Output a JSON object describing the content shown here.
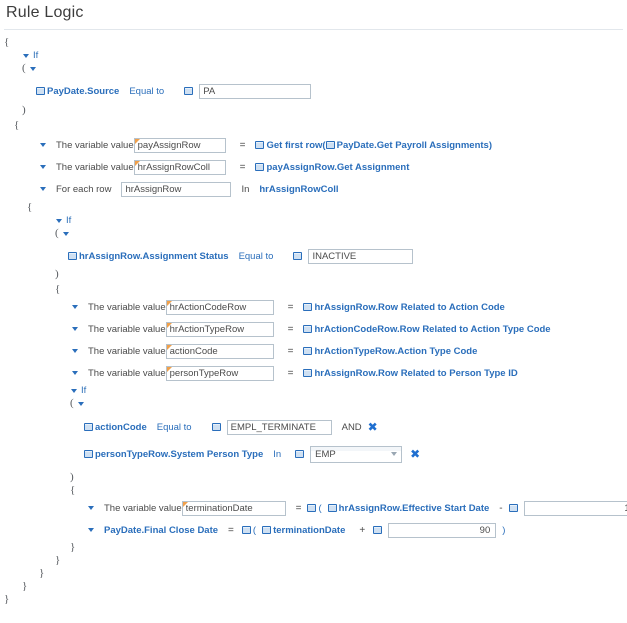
{
  "page": {
    "title": "Rule Logic"
  },
  "icons": {
    "field": "field-icon",
    "caret": "caret-down-icon",
    "chevron": "chevron-down-icon",
    "remove": "remove-icon",
    "remove_glyph": "✖"
  },
  "braces": {
    "open": "{",
    "close": "}",
    "paren_open": "(",
    "paren_close": ")"
  },
  "keywords": {
    "if": "If",
    "for_each_row": "For each row",
    "in": "In",
    "the_variable_value": "The variable value",
    "equal_to": "Equal to",
    "and": "AND",
    "equals_sign": "=",
    "minus": "-",
    "plus": "+"
  },
  "logic": {
    "condition1": {
      "field": "PayDate.Source",
      "operator": "Equal to",
      "value": "PA"
    },
    "assign1": {
      "label": "The variable value",
      "variable": "payAssignRow",
      "expression": "Get first row(",
      "expression_inner": "PayDate.Get Payroll Assignments",
      "expression_close": ")"
    },
    "assign2": {
      "label": "The variable value",
      "variable": "hrAssignRowColl",
      "expression": "payAssignRow.Get Assignment"
    },
    "loop": {
      "label": "For each row",
      "row_variable": "hrAssignRow",
      "in_label": "In",
      "collection": "hrAssignRowColl"
    },
    "condition2": {
      "field": "hrAssignRow.Assignment Status",
      "operator": "Equal to",
      "value": "INACTIVE"
    },
    "assign3": {
      "label": "The variable value",
      "variable": "hrActionCodeRow",
      "expression": "hrAssignRow.Row Related to Action Code"
    },
    "assign4": {
      "label": "The variable value",
      "variable": "hrActionTypeRow",
      "expression": "hrActionCodeRow.Row Related to Action Type Code"
    },
    "assign5": {
      "label": "The variable value",
      "variable": "actionCode",
      "expression": "hrActionTypeRow.Action Type Code"
    },
    "assign6": {
      "label": "The variable value",
      "variable": "personTypeRow",
      "expression": "hrAssignRow.Row Related to Person Type ID"
    },
    "condition3": {
      "field": "actionCode",
      "operator": "Equal to",
      "value": "EMPL_TERMINATE",
      "conjunction": "AND"
    },
    "condition4": {
      "field": "personTypeRow.System Person Type",
      "operator": "In",
      "value": "EMP",
      "options": [
        "EMP"
      ]
    },
    "assign7": {
      "label": "The variable value",
      "variable": "terminationDate",
      "equals": "=",
      "paren_open": "(",
      "operand1": "hrAssignRow.Effective Start Date",
      "operator": "-",
      "operand2": "1",
      "paren_close": ")"
    },
    "assign8": {
      "target": "PayDate.Final Close Date",
      "equals": "=",
      "paren_open": "(",
      "operand1": "terminationDate",
      "operator": "+",
      "operand2": "90",
      "paren_close": ")"
    }
  },
  "colors": {
    "accent": "#2a6ebb",
    "link": "#1f6fd0",
    "variable_marker": "#f0a04b",
    "border": "#b6c2cc",
    "divider": "#e2e7ec",
    "text": "#4a4a4a"
  }
}
